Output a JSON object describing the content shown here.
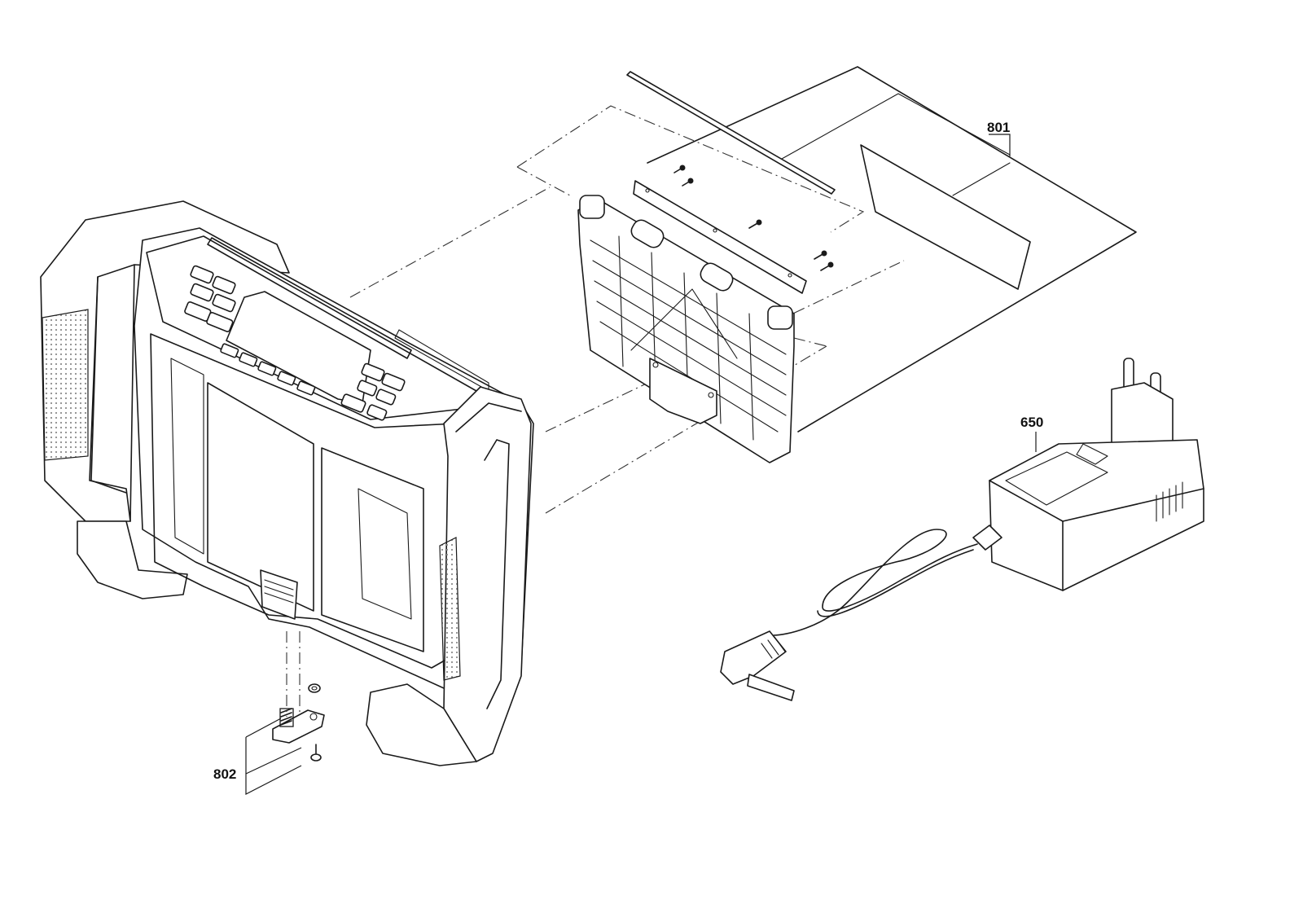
{
  "diagram": {
    "parts": [
      {
        "id": "801",
        "label": "801"
      },
      {
        "id": "650",
        "label": "650"
      },
      {
        "id": "802",
        "label": "802"
      }
    ]
  }
}
